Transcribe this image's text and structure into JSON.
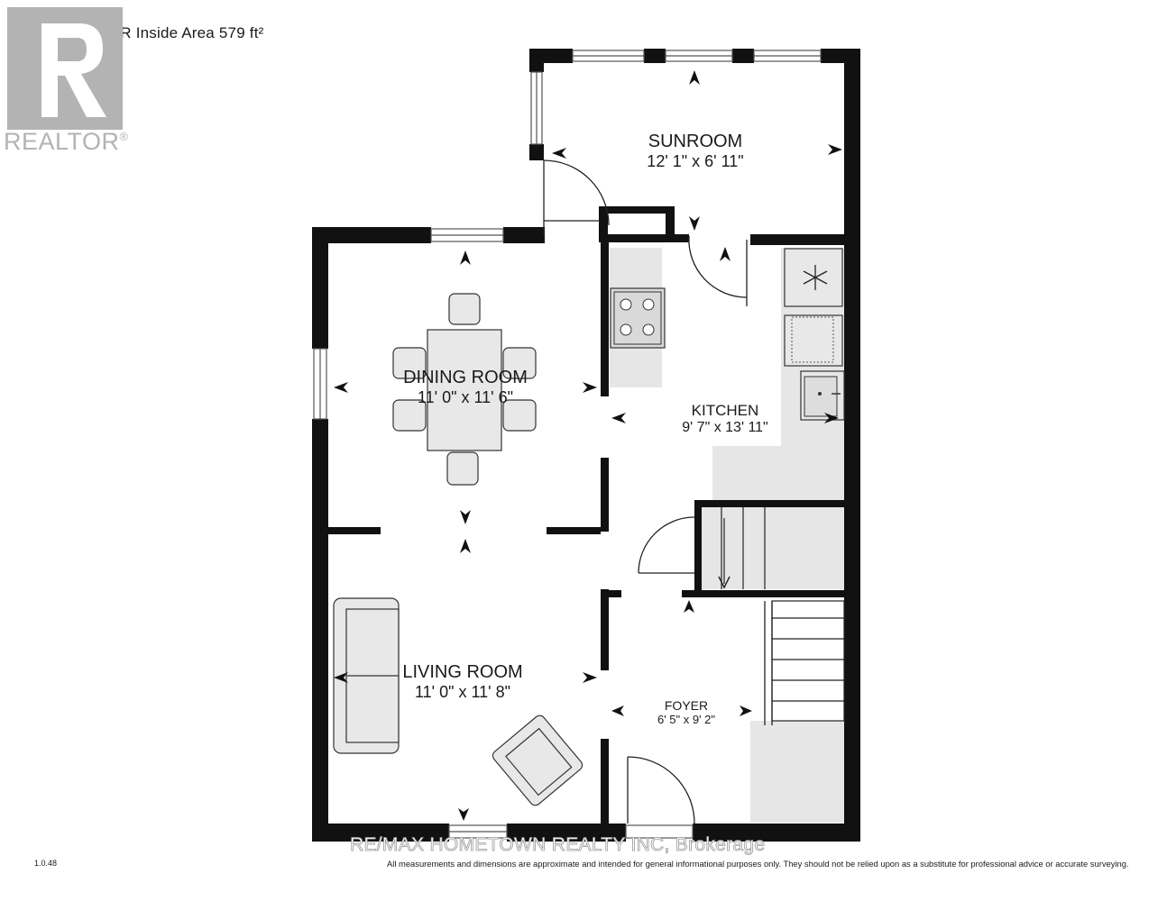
{
  "header": {
    "title": "MAIN FLOOR Inside Area 579 ft²"
  },
  "logo": {
    "wordmark": "REALTOR",
    "reg_mark": "®"
  },
  "rooms": {
    "sunroom": {
      "name": "SUNROOM",
      "dims": "12' 1\" x 6' 11\""
    },
    "dining": {
      "name": "DINING ROOM",
      "dims": "11' 0\" x 11' 6\""
    },
    "kitchen": {
      "name": "KITCHEN",
      "dims": "9' 7\" x 13' 11\""
    },
    "living": {
      "name": "LIVING ROOM",
      "dims": "11' 0\" x 11' 8\""
    },
    "foyer": {
      "name": "FOYER",
      "dims": "6' 5\" x 9' 2\""
    }
  },
  "footer": {
    "watermark": "RE/MAX HOMETOWN REALTY INC, Brokerage",
    "version": "1.0.48",
    "disclaimer": "All measurements and dimensions are approximate and intended for general informational purposes only. They should not be relied upon as a substitute for professional advice or accurate surveying."
  },
  "colors": {
    "wall": "#111111",
    "fixture": "#e6e6e6",
    "logo_gray": "#b3b3b3"
  }
}
